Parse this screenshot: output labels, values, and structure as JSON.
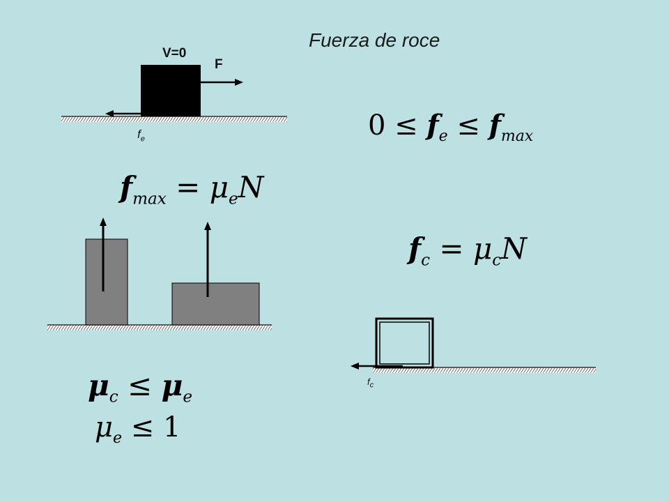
{
  "title": "Fuerza de roce",
  "labels": {
    "velocity": "V=0",
    "force": "F",
    "static_friction": {
      "base": "f",
      "sub": "e"
    },
    "kinetic_friction": {
      "base": "f",
      "sub": "c"
    }
  },
  "equations": {
    "static_range": {
      "zero": "0",
      "le1": "≤",
      "f": "f",
      "e": "e",
      "le2": "≤",
      "f2": "f",
      "max": "max"
    },
    "fmax": {
      "f": "f",
      "max": "max",
      "eq": "=",
      "mu": "μ",
      "e": "e",
      "N": "N"
    },
    "kinetic": {
      "f": "f",
      "c": "c",
      "eq": "=",
      "mu": "μ",
      "c2": "c",
      "N": "N"
    },
    "mu_compare": {
      "mu1": "μ",
      "c": "c",
      "le": "≤",
      "mu2": "μ",
      "e": "e"
    },
    "mu_bound": {
      "mu": "μ",
      "e": "e",
      "le": "≤",
      "one": "1"
    }
  }
}
